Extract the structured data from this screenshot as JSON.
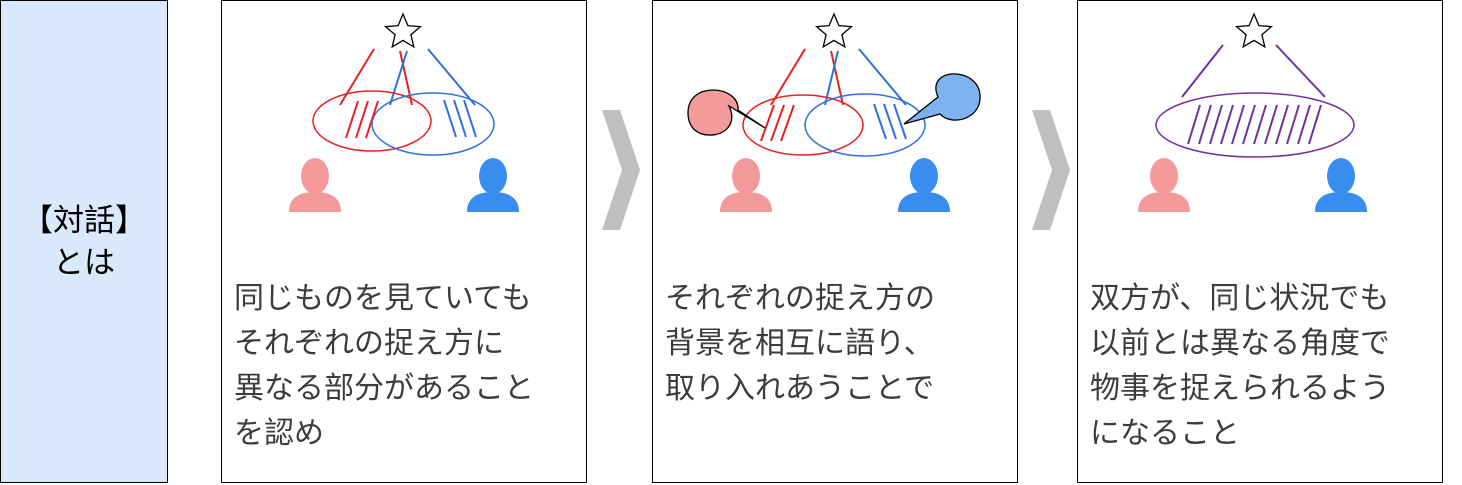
{
  "title": {
    "lines": [
      "【対話】",
      "とは"
    ]
  },
  "steps": [
    {
      "lines": [
        "同じものを見ていても",
        "それぞれの捉え方に",
        "異なる部分があること",
        "を認め"
      ]
    },
    {
      "lines": [
        "それぞれの捉え方の",
        "背景を相互に語り、",
        "取り入れあうことで"
      ]
    },
    {
      "lines": [
        "双方が、同じ状況でも",
        "以前とは異なる角度で",
        "物事を捉えられるよう",
        "になること"
      ]
    }
  ],
  "colors": {
    "title_bg": "#dae8fc",
    "red": "#e8201f",
    "blue": "#2e6fe0",
    "purple": "#7030a0",
    "person_red": "#f4999a",
    "person_blue": "#3a8cf0",
    "bubble_red": "#f39a9b",
    "bubble_blue": "#7fb2f0",
    "arrow_gray": "#bfbfbf"
  },
  "icons": [
    "star-icon",
    "person-icon",
    "speech-bubble-icon",
    "chevron-arrow-icon"
  ]
}
